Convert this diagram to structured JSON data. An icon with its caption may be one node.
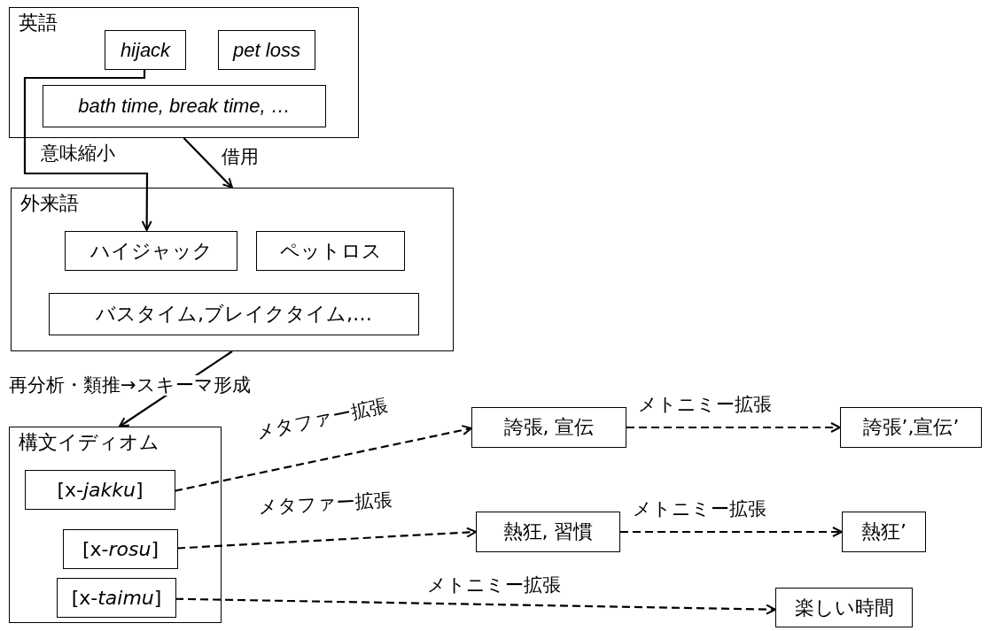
{
  "diagram": {
    "nodes": [
      {
        "text": [
          "英語"
        ]
      },
      {
        "text": [
          "hijack"
        ],
        "in": 0
      },
      {
        "text": [
          "pet loss"
        ],
        "in": 0
      },
      {
        "text": [
          "bath time, break time, …"
        ],
        "in": 0
      },
      {
        "text": [
          "外来語"
        ]
      },
      {
        "text": [
          "ハイジャック"
        ],
        "in": 4
      },
      {
        "text": [
          "ペットロス"
        ],
        "in": 4
      },
      {
        "text": [
          "バスタイム,ブレイクタイム,…"
        ],
        "in": 4
      },
      {
        "text": [
          "構文イディオム"
        ]
      },
      {
        "text": [
          "[x-*jakku*]"
        ],
        "in": 8
      },
      {
        "text": [
          "[x-*rosu*]"
        ],
        "in": 8
      },
      {
        "text": [
          "[x-*taimu*]"
        ],
        "in": 8
      },
      {
        "text": [
          "誇張, 宣伝"
        ]
      },
      {
        "text": [
          "誇張’,宣伝’"
        ]
      },
      {
        "text": [
          "熱狂, 習慣"
        ]
      },
      {
        "text": [
          "熱狂’"
        ]
      },
      {
        "text": [
          "楽しい時間"
        ]
      }
    ],
    "edges": [
      {
        "from": 1,
        "to": 5,
        "arrow": "to",
        "label": "意味縮小"
      },
      {
        "from": 0,
        "to": 4,
        "arrow": "to",
        "label": "借用"
      },
      {
        "from": 4,
        "to": 8,
        "arrow": "to",
        "label": "再分析・類推→スキーマ形成"
      },
      {
        "from": 9,
        "to": 12,
        "arrow": "to",
        "label": "メタファー拡張",
        "style": "dashed"
      },
      {
        "from": 12,
        "to": 13,
        "arrow": "to",
        "label": "メトニミー拡張",
        "style": "dashed"
      },
      {
        "from": 10,
        "to": 14,
        "arrow": "to",
        "label": "メタファー拡張",
        "style": "dashed"
      },
      {
        "from": 14,
        "to": 15,
        "arrow": "to",
        "label": "メトニミー拡張",
        "style": "dashed"
      },
      {
        "from": 11,
        "to": 16,
        "arrow": "to",
        "label": "メトニミー拡張",
        "style": "dashed"
      }
    ]
  }
}
